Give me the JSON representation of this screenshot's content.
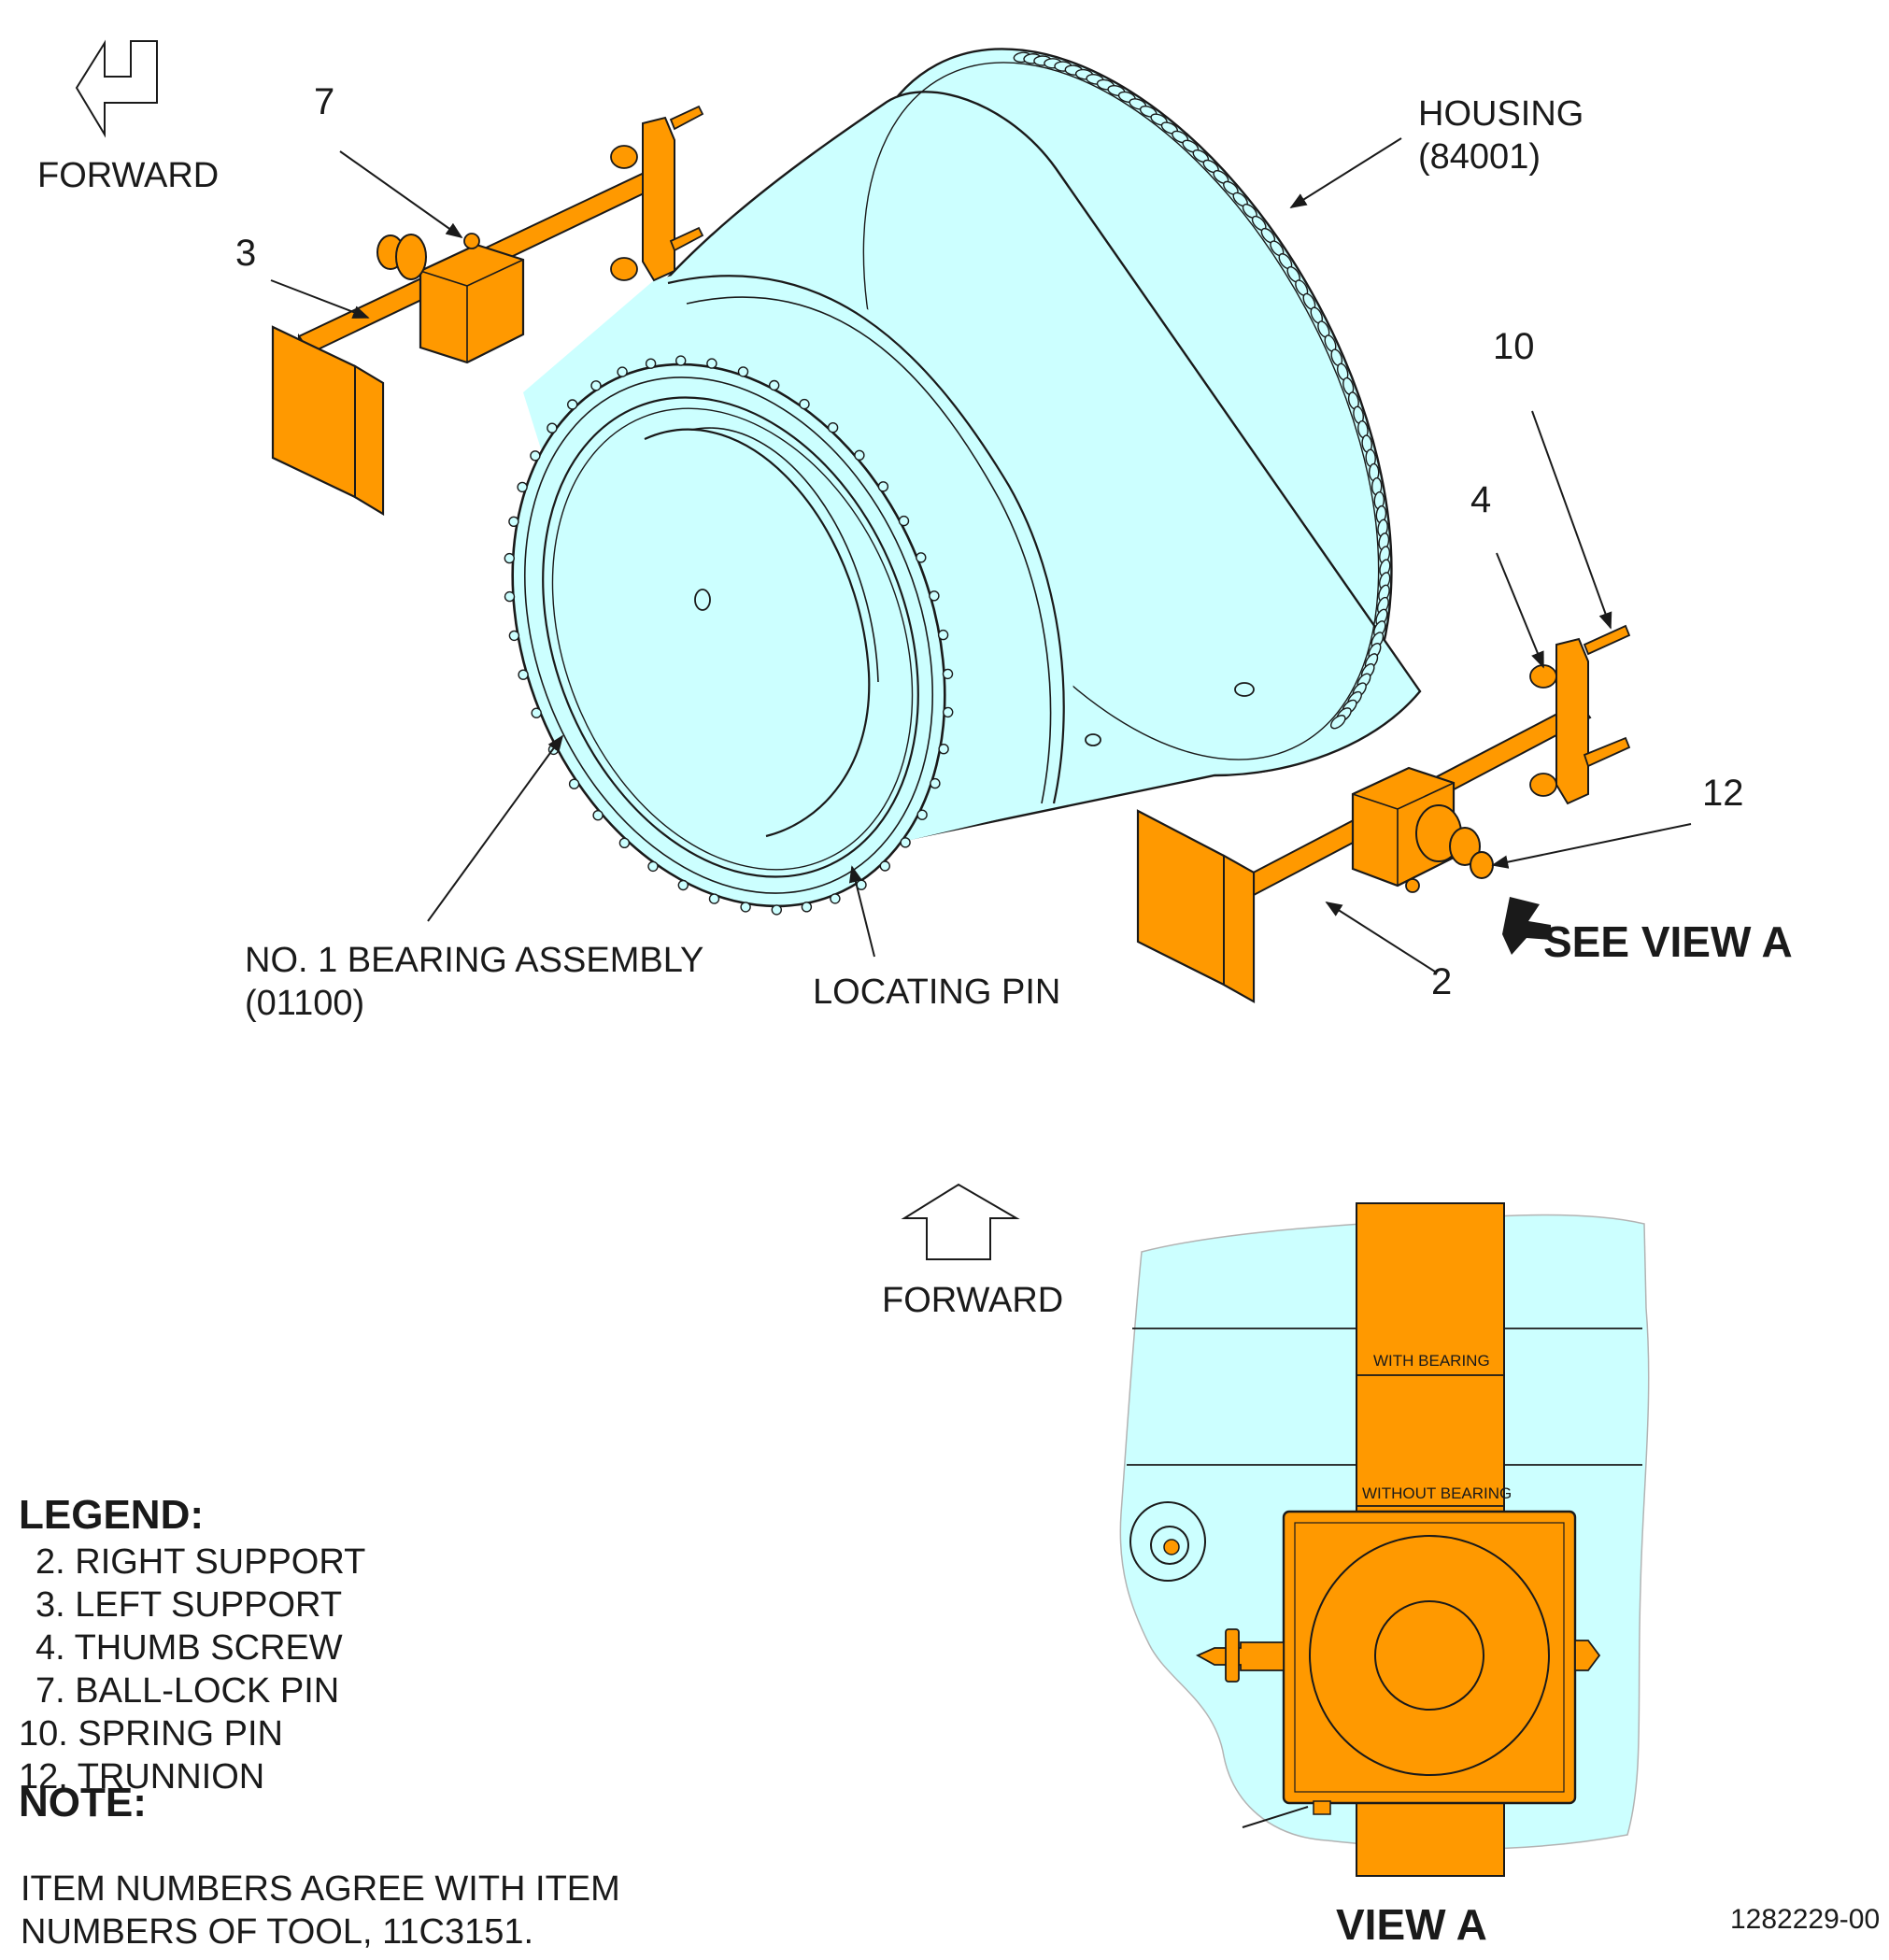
{
  "colors": {
    "housing_fill": "#ccffff",
    "tool_fill": "#ff9900",
    "line": "#1a1a1a",
    "background": "#ffffff"
  },
  "direction": {
    "forward_top": "FORWARD",
    "forward_middle": "FORWARD"
  },
  "callouts": {
    "item_7": "7",
    "item_3": "3",
    "item_10": "10",
    "item_4": "4",
    "item_12": "12",
    "item_2": "2",
    "housing_line1": "HOUSING",
    "housing_line2": "(84001)",
    "bearing_line1": "NO. 1 BEARING ASSEMBLY",
    "bearing_line2": "(01100)",
    "locating_pin": "LOCATING PIN",
    "see_view_a": "SEE VIEW A"
  },
  "view_a": {
    "title": "VIEW A",
    "with_bearing": "WITH BEARING",
    "without_bearing": "WITHOUT BEARING"
  },
  "legend": {
    "heading": "LEGEND:",
    "items": [
      "2. RIGHT SUPPORT",
      "3. LEFT SUPPORT",
      "4. THUMB SCREW",
      "7. BALL-LOCK PIN",
      "10. SPRING PIN",
      "12. TRUNNION"
    ]
  },
  "note": {
    "heading": "NOTE:",
    "line1": "ITEM NUMBERS AGREE WITH ITEM",
    "line2": "NUMBERS OF TOOL, 11C3151."
  },
  "figure_number": "1282229-00"
}
